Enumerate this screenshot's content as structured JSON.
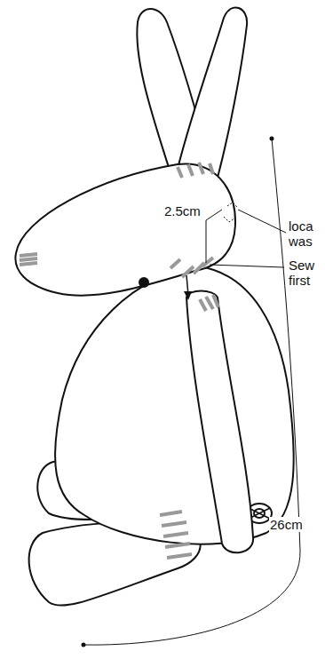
{
  "diagram": {
    "labels": [
      "loca was",
      "2.5cm",
      "Sew first",
      "26cm"
    ]
  }
}
